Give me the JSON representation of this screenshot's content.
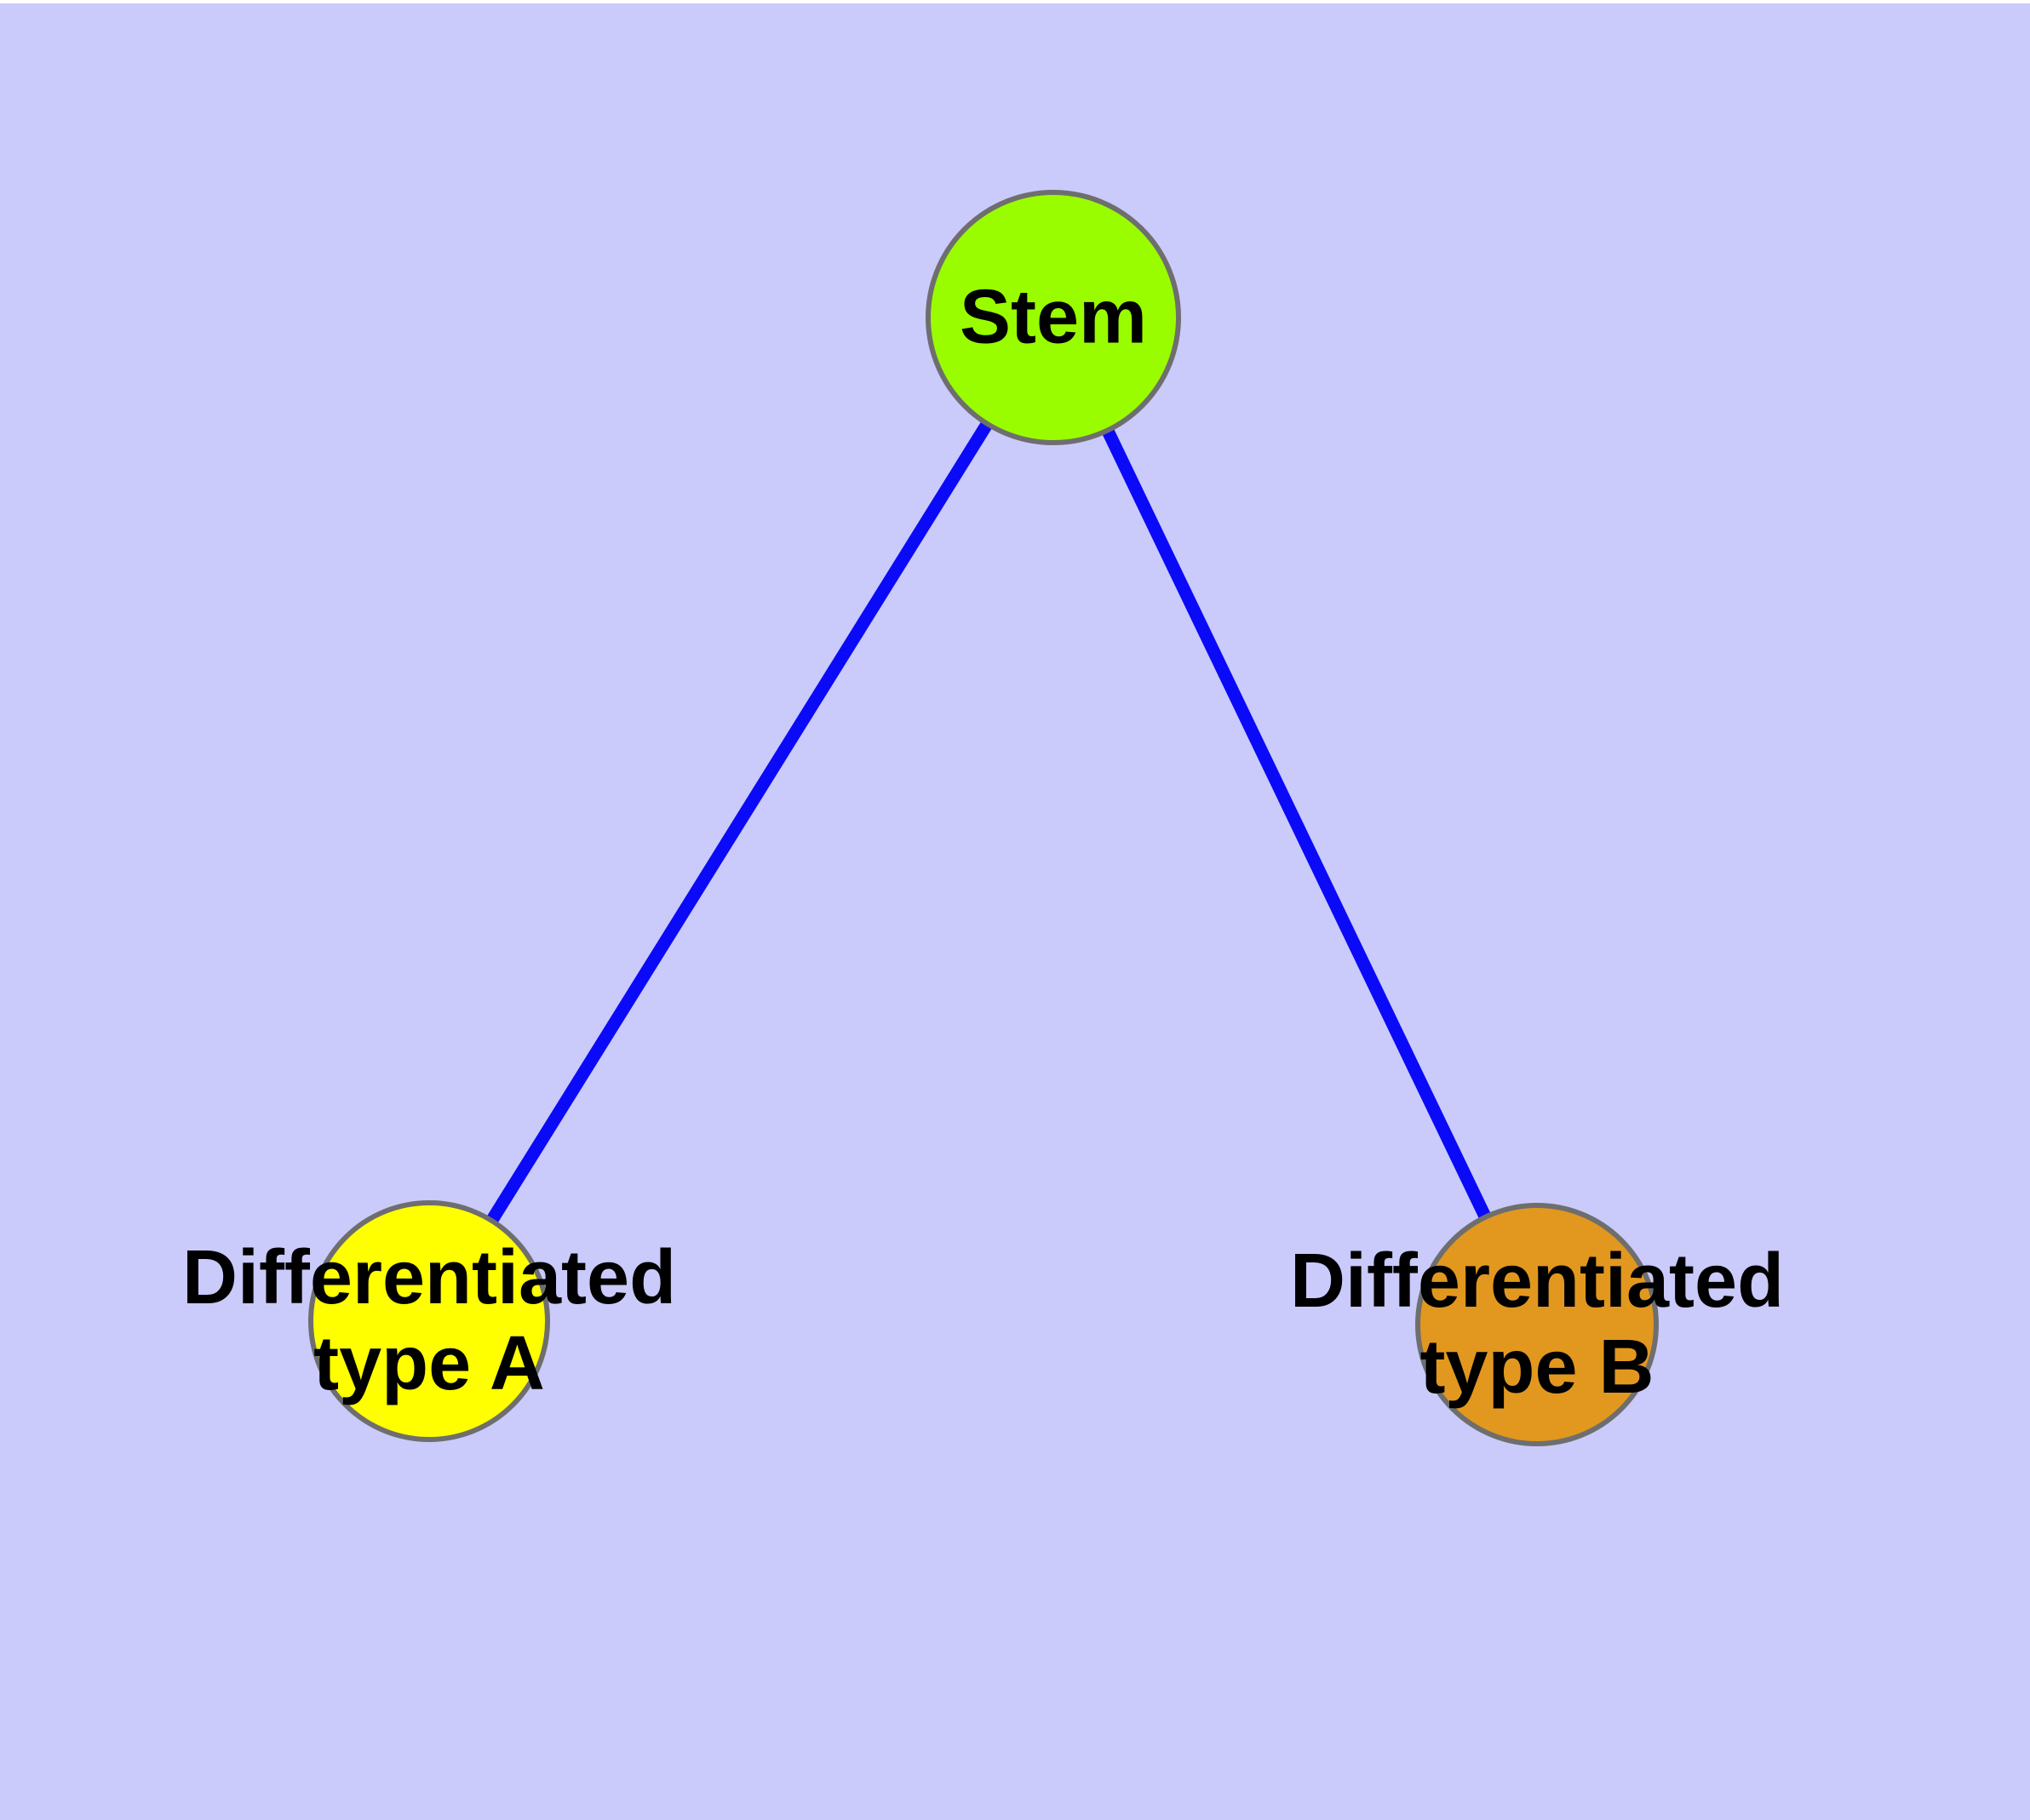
{
  "diagram": {
    "background_color": "#CACAFB",
    "edge_color": "#0A0AF8",
    "node_border_color": "#6E6E6E",
    "label_color": "#000000",
    "nodes": [
      {
        "id": "stem",
        "label": "Stem",
        "fill": "#99FD00"
      },
      {
        "id": "differentiated-type-a",
        "label_line1": "Differentiated",
        "label_line2": "type A",
        "fill": "#FFFF00"
      },
      {
        "id": "differentiated-type-b",
        "label_line1": "Differentiated",
        "label_line2": "type B",
        "fill": "#E2981E"
      }
    ],
    "edges": [
      {
        "from": "stem",
        "to": "differentiated-type-a"
      },
      {
        "from": "stem",
        "to": "differentiated-type-b"
      }
    ]
  }
}
